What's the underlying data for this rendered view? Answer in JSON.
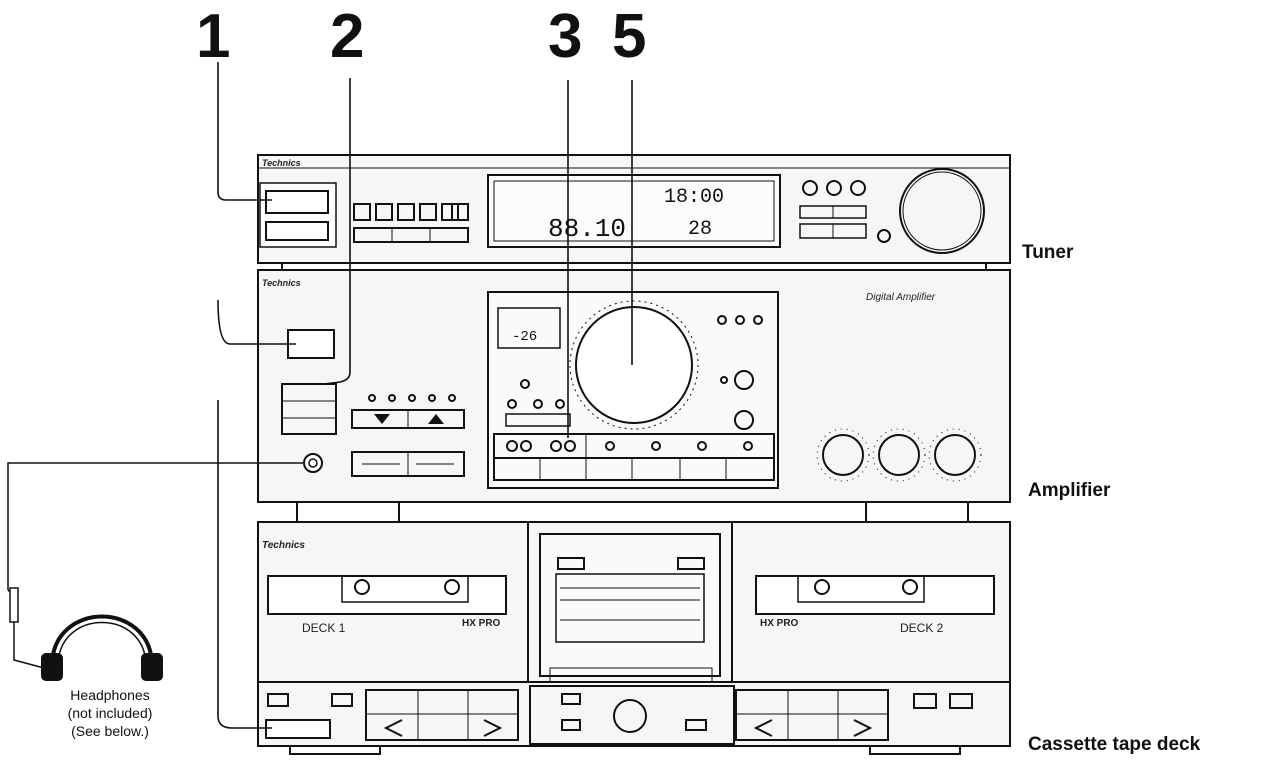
{
  "callouts": [
    "1",
    "2",
    "3",
    "5"
  ],
  "units": {
    "tuner": "Tuner",
    "amplifier": "Amplifier",
    "cassette": "Cassette tape deck"
  },
  "headphones": {
    "line1": "Headphones",
    "line2": "(not included)",
    "line3": "(See below.)"
  },
  "panel_text": {
    "tuner_brand": "Technics",
    "amp_brand": "Technics",
    "deck_brand": "Technics",
    "tuner_freq": "88.10",
    "tuner_clock": "18:00",
    "tuner_channel": "28",
    "amp_volume": "-26",
    "amp_script": "Digital Amplifier",
    "deck1": "DECK 1",
    "deck2": "DECK 2",
    "hx_pro_left": "HX PRO",
    "hx_pro_right": "HX PRO"
  }
}
